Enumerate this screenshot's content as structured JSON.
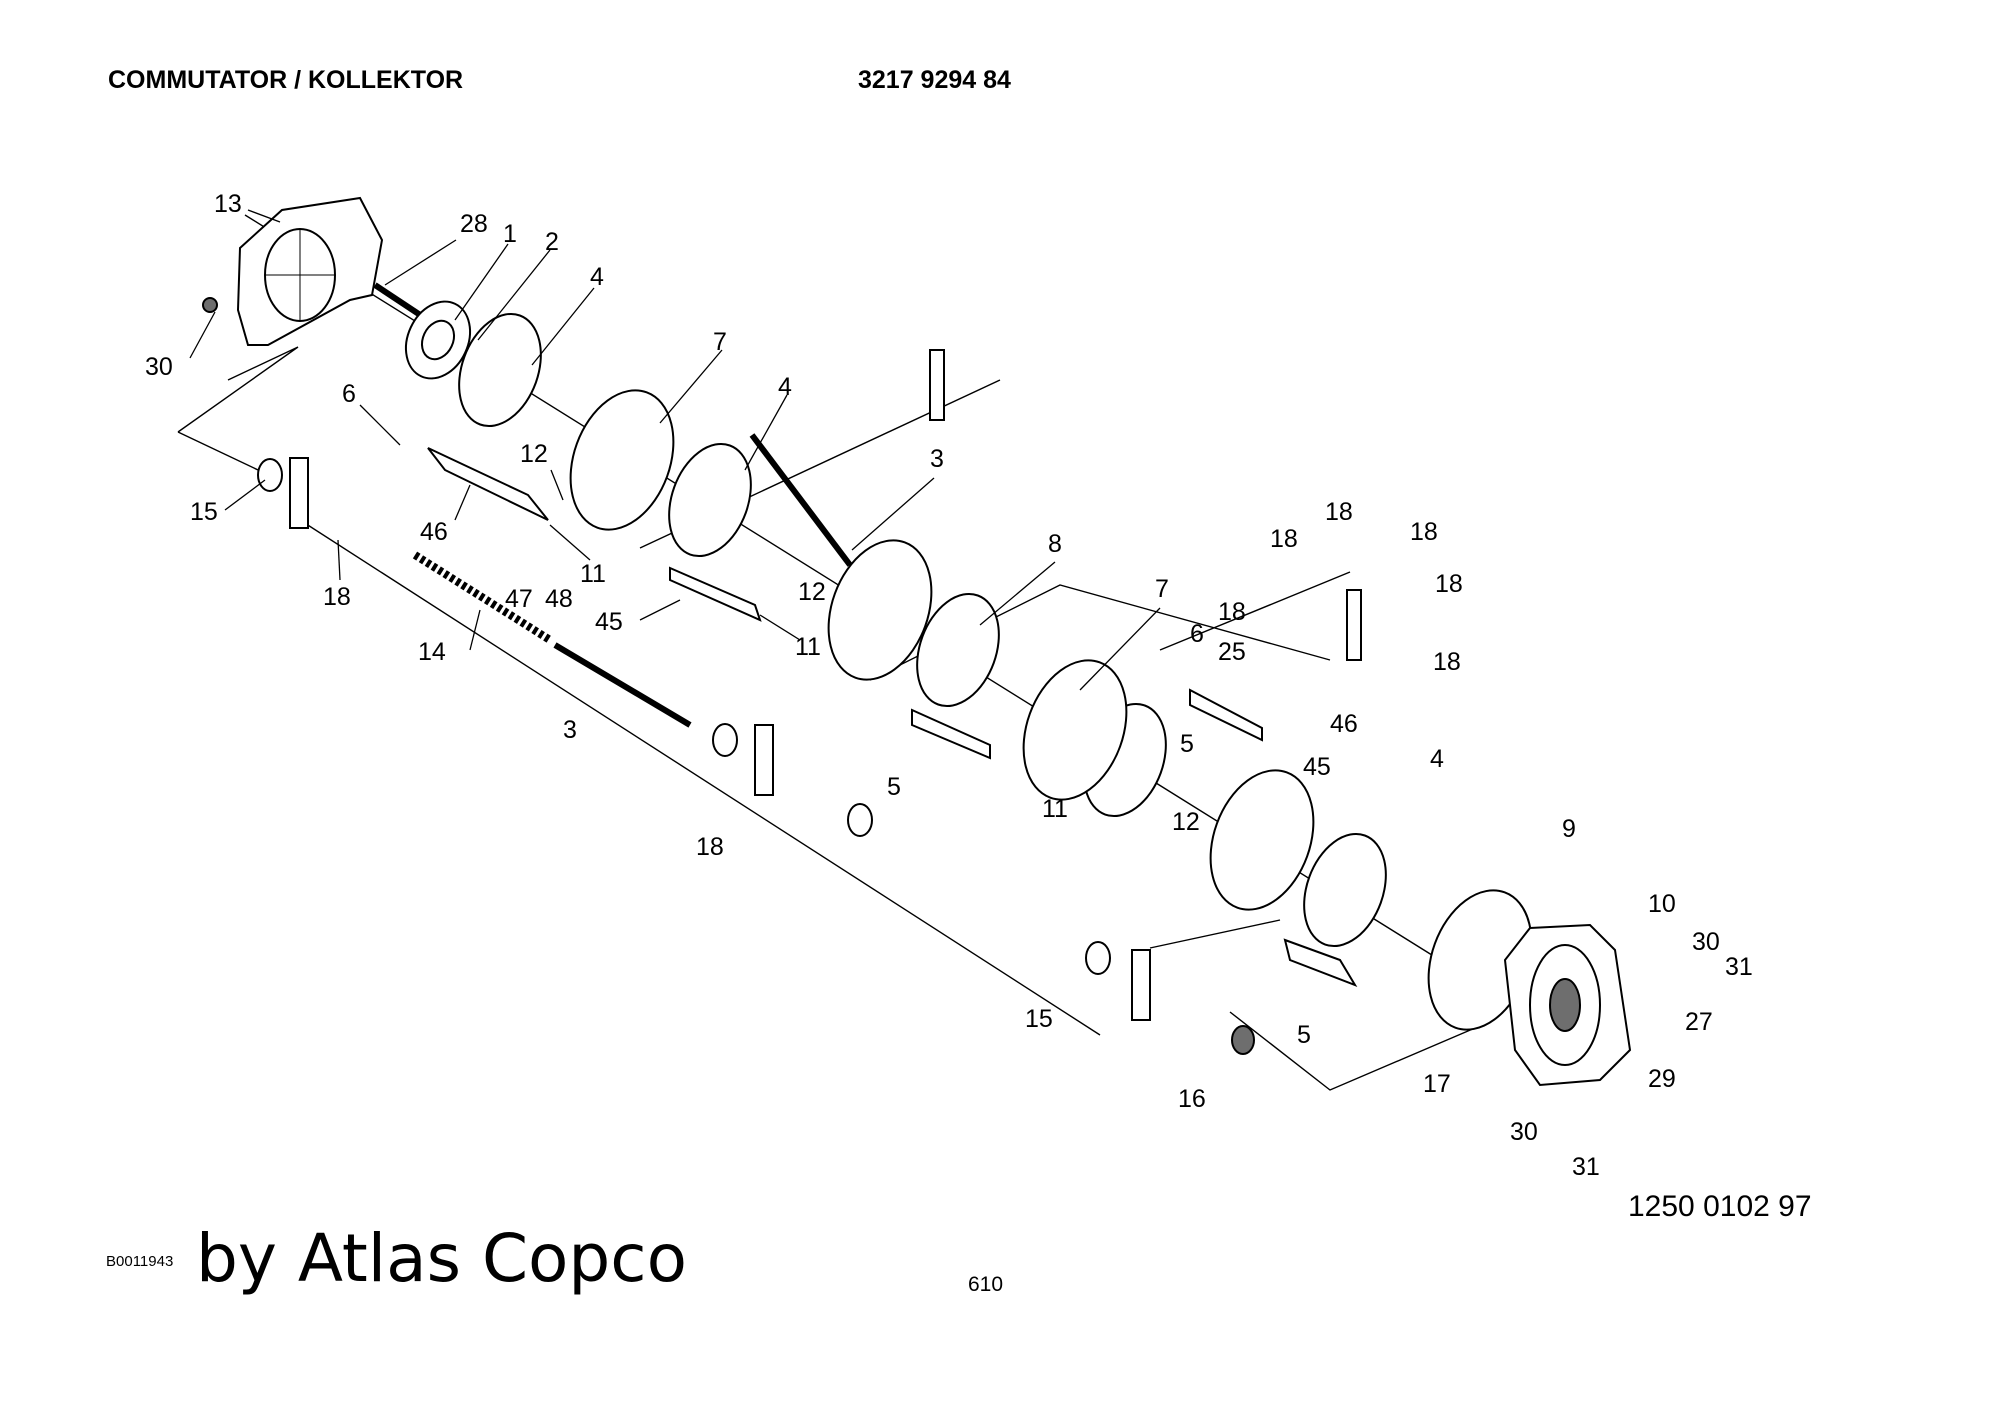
{
  "header": {
    "title": "COMMUTATOR / KOLLEKTOR",
    "part_number": "3217 9294 84"
  },
  "footer": {
    "drawing_number": "1250 0102 97",
    "reference": "B0011943",
    "brand": "by Atlas Copco",
    "page_number": "610"
  },
  "callouts": [
    {
      "n": "13"
    },
    {
      "n": "28"
    },
    {
      "n": "1"
    },
    {
      "n": "2"
    },
    {
      "n": "4"
    },
    {
      "n": "30"
    },
    {
      "n": "7"
    },
    {
      "n": "4"
    },
    {
      "n": "6"
    },
    {
      "n": "12"
    },
    {
      "n": "3"
    },
    {
      "n": "15"
    },
    {
      "n": "46"
    },
    {
      "n": "11"
    },
    {
      "n": "18"
    },
    {
      "n": "47"
    },
    {
      "n": "48"
    },
    {
      "n": "12"
    },
    {
      "n": "45"
    },
    {
      "n": "11"
    },
    {
      "n": "14"
    },
    {
      "n": "8"
    },
    {
      "n": "7"
    },
    {
      "n": "3"
    },
    {
      "n": "18"
    },
    {
      "n": "18"
    },
    {
      "n": "18"
    },
    {
      "n": "18"
    },
    {
      "n": "18"
    },
    {
      "n": "18"
    },
    {
      "n": "6"
    },
    {
      "n": "25"
    },
    {
      "n": "46"
    },
    {
      "n": "5"
    },
    {
      "n": "45"
    },
    {
      "n": "5"
    },
    {
      "n": "11"
    },
    {
      "n": "12"
    },
    {
      "n": "18"
    },
    {
      "n": "4"
    },
    {
      "n": "9"
    },
    {
      "n": "10"
    },
    {
      "n": "30"
    },
    {
      "n": "31"
    },
    {
      "n": "27"
    },
    {
      "n": "29"
    },
    {
      "n": "15"
    },
    {
      "n": "5"
    },
    {
      "n": "16"
    },
    {
      "n": "17"
    },
    {
      "n": "30"
    },
    {
      "n": "31"
    }
  ]
}
